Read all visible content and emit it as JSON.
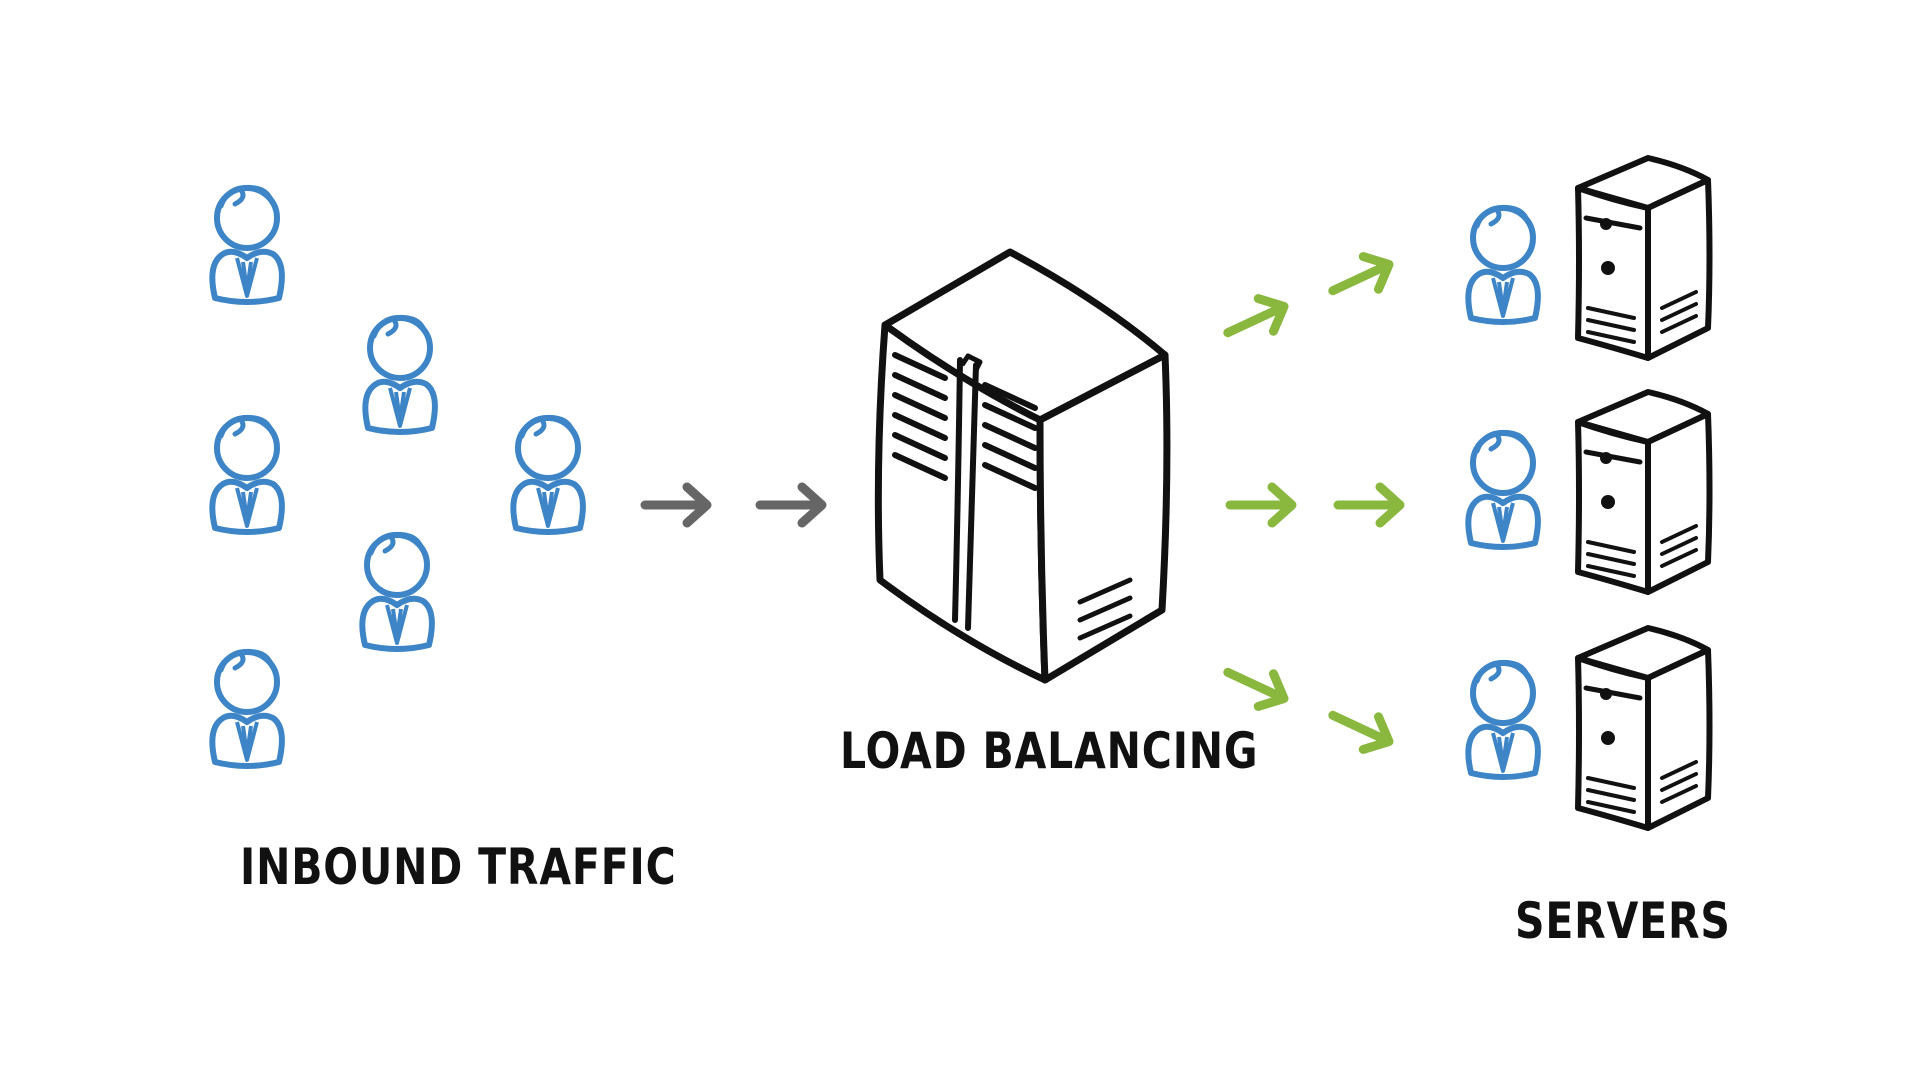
{
  "diagram": {
    "labels": {
      "inbound": "INBOUND TRAFFIC",
      "load_balancer": "LOAD BALANCING",
      "servers": "SERVERS"
    },
    "inbound_users": 6,
    "server_count": 3,
    "colors": {
      "user": "#3d85c6",
      "inbound_arrow": "#666666",
      "outbound_arrow": "#8ab83f",
      "outline": "#111111",
      "background": "#ffffff"
    },
    "icons": {
      "user": "user-icon",
      "load_balancer": "load-balancer-icon",
      "server": "server-icon",
      "arrow": "arrow-icon"
    }
  }
}
